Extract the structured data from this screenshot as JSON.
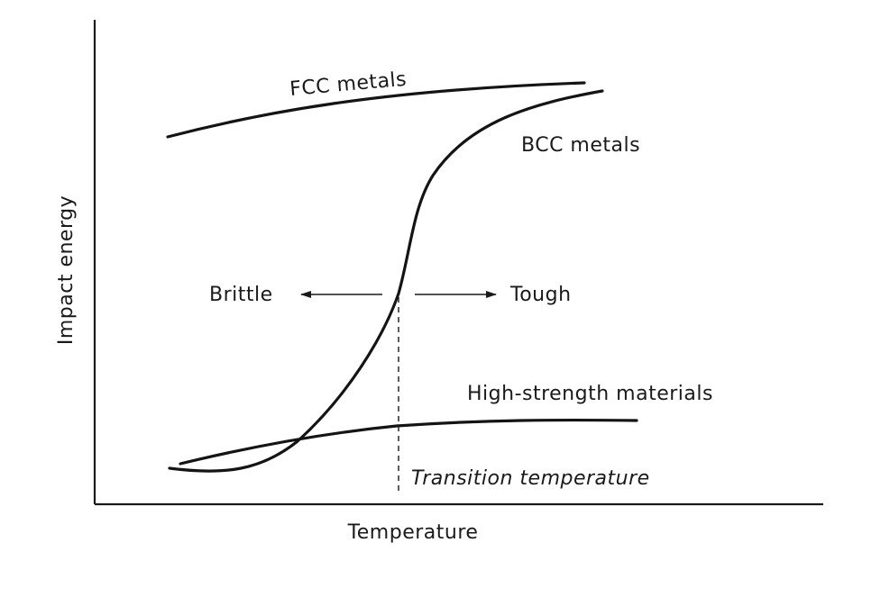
{
  "chart_data": {
    "type": "line",
    "xlabel": "Temperature",
    "ylabel": "Impact energy",
    "series": [
      {
        "name": "FCC metals",
        "shape": "high, gently rising"
      },
      {
        "name": "BCC metals",
        "shape": "sigmoidal ductile-to-brittle transition"
      },
      {
        "name": "High-strength materials",
        "shape": "low, gently rising"
      }
    ],
    "annotations": {
      "brittle": "Brittle",
      "tough": "Tough",
      "transition": "Transition temperature"
    },
    "grid": false,
    "ticks": false
  }
}
